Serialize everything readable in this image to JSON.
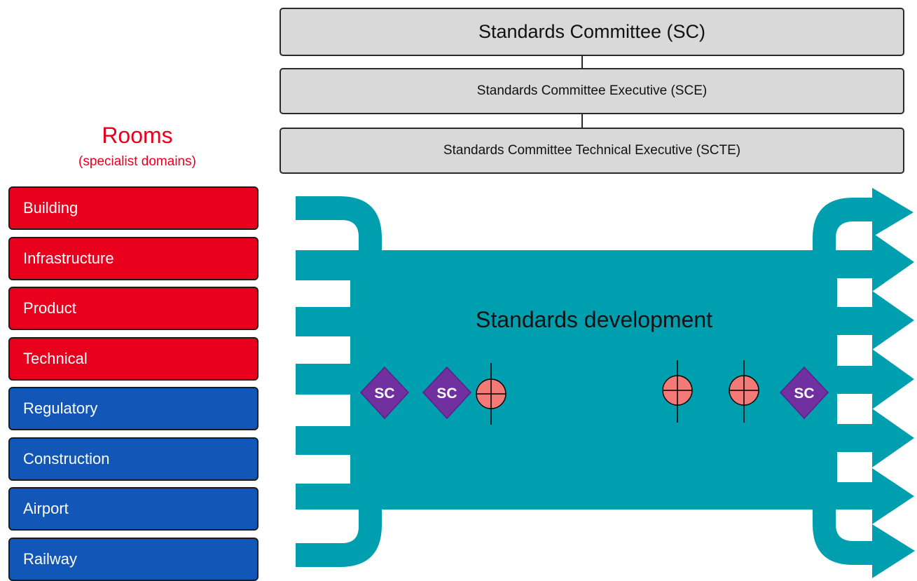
{
  "governance": {
    "sc": "Standards Committee (SC)",
    "sce": "Standards Committee Executive (SCE)",
    "scte": "Standards Committee Technical Executive (SCTE)"
  },
  "rooms": {
    "title": "Rooms",
    "subtitle": "(specialist domains)",
    "items": [
      {
        "label": "Building",
        "category": "red"
      },
      {
        "label": "Infrastructure",
        "category": "red"
      },
      {
        "label": "Product",
        "category": "red"
      },
      {
        "label": "Technical",
        "category": "red"
      },
      {
        "label": "Regulatory",
        "category": "blue"
      },
      {
        "label": "Construction",
        "category": "blue"
      },
      {
        "label": "Airport",
        "category": "blue"
      },
      {
        "label": "Railway",
        "category": "blue"
      }
    ]
  },
  "process": {
    "label": "Standards development",
    "sc_marker": "SC"
  },
  "colors": {
    "flow": "#009fb0",
    "red_room": "#e8001c",
    "blue_room": "#1257b8",
    "gate": "#f47a78",
    "diamond": "#7030a0"
  }
}
